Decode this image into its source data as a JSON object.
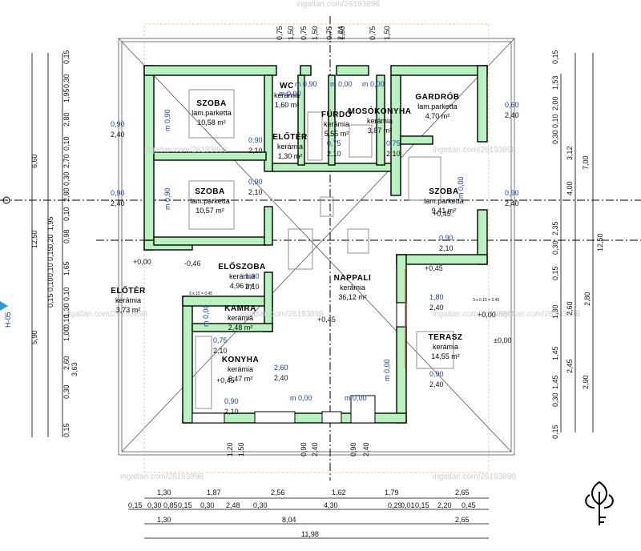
{
  "rooms": [
    {
      "name": "SZOBA",
      "floor": "lam.parketta",
      "area": "10,58 m²"
    },
    {
      "name": "SZOBA",
      "floor": "lam.parketta",
      "area": "10,57 m²"
    },
    {
      "name": "WC",
      "floor": "kerámia",
      "area": "1,60 m²"
    },
    {
      "name": "ELŐTÉR",
      "floor": "kerámia",
      "area": "1,30 m²"
    },
    {
      "name": "FÜRDŐ",
      "floor": "kerámia",
      "area": "5,55 m²"
    },
    {
      "name": "MOSÓKONYHA",
      "floor": "kerámia",
      "area": "3,87 m²"
    },
    {
      "name": "GARDRÓB",
      "floor": "lam.parketta",
      "area": "4,70 m²"
    },
    {
      "name": "SZOBA",
      "floor": "lam.parketta",
      "area": "9,41 m²"
    },
    {
      "name": "ELŐSZOBA",
      "floor": "kerámia",
      "area": "4,96 m²"
    },
    {
      "name": "NAPPALI",
      "floor": "kerámia",
      "area": "36,12 m²"
    },
    {
      "name": "ELŐTÉR",
      "floor": "kerámia",
      "area": "3,73 m²"
    },
    {
      "name": "KAMRA",
      "floor": "kerámia",
      "area": "2,48 m²"
    },
    {
      "name": "KONYHA",
      "floor": "kerámia",
      "area": "6,47 m²"
    },
    {
      "name": "TERASZ",
      "floor": "kerámia",
      "area": "14,55 m²"
    }
  ],
  "openings": [
    {
      "w": "0,90",
      "h": "2,40"
    },
    {
      "w": "0,90",
      "h": "2,40"
    },
    {
      "w": "0,90",
      "h": "2,40"
    },
    {
      "w": "0,60",
      "h": "2,40"
    },
    {
      "w": "0,90",
      "h": "2,10"
    },
    {
      "w": "0,90",
      "h": "2,10"
    },
    {
      "w": "0,75",
      "h": "2,10"
    },
    {
      "w": "0,75",
      "h": "2,10"
    },
    {
      "w": "1,80",
      "h": "2,40"
    },
    {
      "w": "0,90",
      "h": "2,40"
    },
    {
      "w": "1,00",
      "h": "2,10"
    },
    {
      "w": "2,60",
      "h": "2,40"
    },
    {
      "w": "0,75",
      "h": "2,10"
    },
    {
      "w": "0,90",
      "h": "2,10"
    },
    {
      "w": "0,90",
      "h": "2,10"
    }
  ],
  "top_dims": [
    "0,75",
    "1,50",
    "0,75",
    "1,50",
    "0,75",
    "1,50",
    "2,24",
    "0,75",
    "1,50"
  ],
  "sill_labels": [
    "m 0,90",
    "m 0,90",
    "m 0,00",
    "m 0,00",
    "m 0,00",
    "m 0,00",
    "m 0,00",
    "m 0,00",
    "m 0,00",
    "m 0,90",
    "m 0,00"
  ],
  "levels": [
    "+0,00",
    "±0,00",
    "-0,46",
    "+0,45",
    "+0,45",
    "+0,45",
    "+0,00",
    "+0,45"
  ],
  "left_dims": [
    "0,15",
    "0,30",
    "1,95",
    "2,80",
    "0,10",
    "2,70",
    "0,30",
    "2,80",
    "0,10",
    "0,98",
    "1,65",
    "0,10",
    "1,30",
    "0,10",
    "1,00",
    "2,60",
    "0,30",
    "0,15"
  ],
  "left_outer": [
    "6,60",
    "12,50",
    "5,90"
  ],
  "left_mid": [
    "0,20",
    "0,15",
    "0,10",
    "0,15",
    "1,95",
    "0,10",
    "3,63"
  ],
  "right_dims": [
    "0,15",
    "1,53",
    "2,00",
    "0,10",
    "0,30",
    "2,35",
    "0,30",
    "0,15",
    "1,30",
    "1,45",
    "1,45",
    "0,30",
    "0,15"
  ],
  "right_mid": [
    "3,12",
    "4,00",
    "2,60",
    "2,45",
    "2,90"
  ],
  "right_outer": [
    "7,00",
    "12,50",
    "2,80"
  ],
  "bottom_row1": [
    "1,30",
    "1,87",
    "2,56",
    "1,62",
    "1,79",
    "2,65"
  ],
  "bottom_row2": [
    "0,15",
    "0,30",
    "0,85",
    "0,15",
    "0,30",
    "2,48",
    "0,30",
    "4,30",
    "0,29",
    "0,01",
    "0,15",
    "2,20",
    "0,45"
  ],
  "bottom_row3": [
    "1,30",
    "8,04",
    "2,65"
  ],
  "bottom_total": "11,98",
  "bottom_openings": [
    "1,20",
    "1,50",
    "0,90",
    "2,40",
    "0,90",
    "2,40"
  ],
  "section_mark": "H-05",
  "small_notes": [
    "3 x 15 = 0,45",
    "3 x 0,15 = 0,45"
  ],
  "watermark": "ingatlan.com/26193898"
}
